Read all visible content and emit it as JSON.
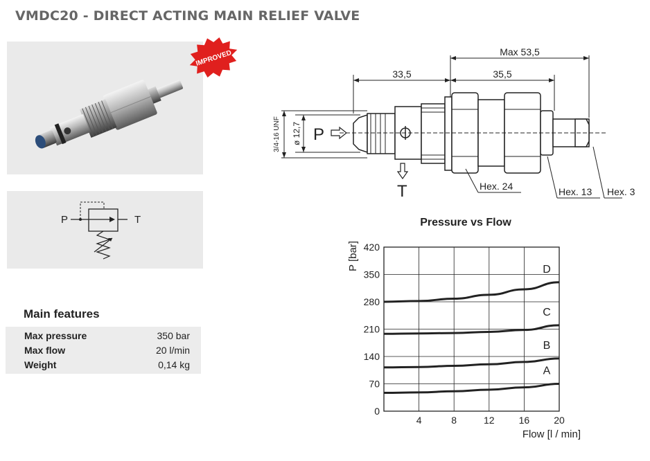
{
  "header": {
    "title": "VMDC20 - DIRECT ACTING MAIN RELIEF VALVE"
  },
  "badge": {
    "text": "IMPROVED"
  },
  "symbol": {
    "port_p": "P",
    "port_t": "T"
  },
  "features": {
    "title": "Main features",
    "rows": [
      {
        "label": "Max pressure",
        "value": "350 bar"
      },
      {
        "label": "Max flow",
        "value": "20 l/min"
      },
      {
        "label": "Weight",
        "value": "0,14 kg"
      }
    ]
  },
  "drawing": {
    "dim_max": "Max 53,5",
    "dim_left": "33,5",
    "dim_right": "35,5",
    "thread": "3/4-16 UNF",
    "diameter": "ø 12,7",
    "port_p": "P",
    "port_t": "T",
    "hex24": "Hex. 24",
    "hex13": "Hex. 13",
    "hex3": "Hex. 3"
  },
  "chart_data": {
    "type": "line",
    "title": "Pressure vs Flow",
    "xlabel": "Flow [l / min]",
    "ylabel": "P [bar]",
    "xlim": [
      0,
      20
    ],
    "ylim": [
      0,
      420
    ],
    "xticks": [
      4,
      8,
      12,
      16,
      20
    ],
    "yticks": [
      0,
      70,
      140,
      210,
      280,
      350,
      420
    ],
    "grid": true,
    "series": [
      {
        "name": "A",
        "x": [
          0,
          4,
          8,
          12,
          16,
          20
        ],
        "values": [
          47,
          48,
          51,
          55,
          61,
          70
        ]
      },
      {
        "name": "B",
        "x": [
          0,
          4,
          8,
          12,
          16,
          20
        ],
        "values": [
          112,
          113,
          116,
          120,
          126,
          135
        ]
      },
      {
        "name": "C",
        "x": [
          0,
          4,
          8,
          12,
          16,
          20
        ],
        "values": [
          198,
          199,
          200,
          203,
          208,
          220
        ]
      },
      {
        "name": "D",
        "x": [
          0,
          4,
          8,
          12,
          16,
          20
        ],
        "values": [
          280,
          282,
          288,
          298,
          312,
          330
        ]
      }
    ]
  }
}
